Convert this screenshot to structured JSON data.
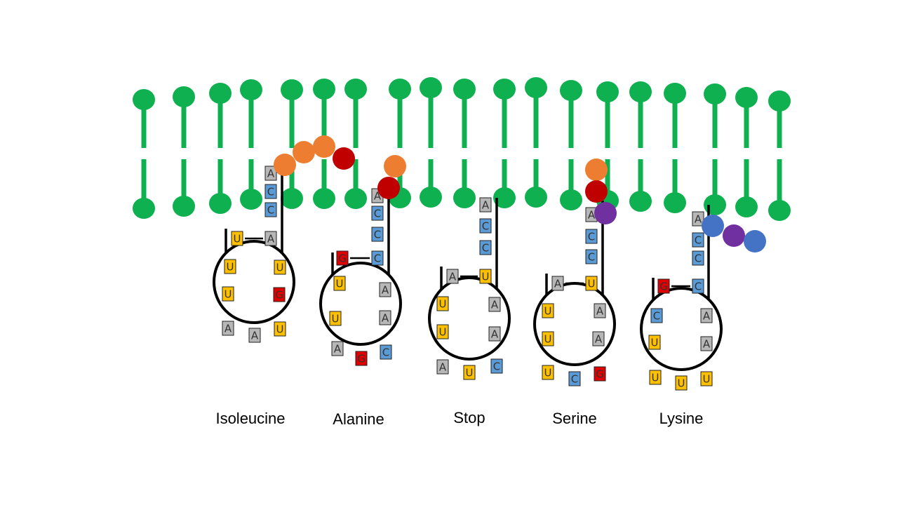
{
  "colors": {
    "membrane": "#0fb050",
    "nucleotide": {
      "A": "#b7b7b7",
      "C": "#5b9bd5",
      "U": "#ffc000",
      "G": "#e00000"
    },
    "bead": {
      "orange": "#ed7d31",
      "red": "#c00000",
      "purple": "#7030a0",
      "blue": "#4472c4"
    },
    "strand": "#000000"
  },
  "trnas": [
    {
      "label": "Isoleucine",
      "acceptor": [
        "A",
        "C",
        "C"
      ],
      "pair": [
        "U",
        "A"
      ],
      "left_loop": [
        "U",
        "U"
      ],
      "right_loop": [
        "U",
        "G"
      ],
      "anticodon": [
        "A",
        "A",
        "U"
      ],
      "chain": [
        "orange",
        "orange",
        "orange",
        "red"
      ]
    },
    {
      "label": "Alanine",
      "acceptor": [
        "A",
        "C",
        "C",
        "C"
      ],
      "pair": [
        "G",
        "C"
      ],
      "left_loop": [
        "U",
        "U"
      ],
      "right_loop": [
        "A",
        "A"
      ],
      "anticodon": [
        "A",
        "G",
        "C"
      ],
      "chain": [
        "orange",
        "red"
      ]
    },
    {
      "label": "Stop",
      "acceptor": [
        "A",
        "C",
        "C"
      ],
      "pair": [
        "A",
        "U"
      ],
      "left_loop": [
        "U",
        "U"
      ],
      "right_loop": [
        "A",
        "A"
      ],
      "anticodon": [
        "A",
        "U",
        "C"
      ],
      "chain": []
    },
    {
      "label": "Serine",
      "acceptor": [
        "A",
        "C",
        "C"
      ],
      "pair": [
        "A",
        "U"
      ],
      "left_loop": [
        "U",
        "U"
      ],
      "right_loop": [
        "A",
        "A"
      ],
      "anticodon": [
        "U",
        "C",
        "G"
      ],
      "chain": [
        "orange",
        "red",
        "purple"
      ]
    },
    {
      "label": "Lysine",
      "acceptor": [
        "A",
        "C",
        "C"
      ],
      "pair": [
        "G",
        "C"
      ],
      "left_loop": [
        "C",
        "U"
      ],
      "right_loop": [
        "A",
        "A"
      ],
      "anticodon": [
        "U",
        "U",
        "U"
      ],
      "chain": [
        "blue",
        "purple",
        "blue"
      ]
    }
  ]
}
